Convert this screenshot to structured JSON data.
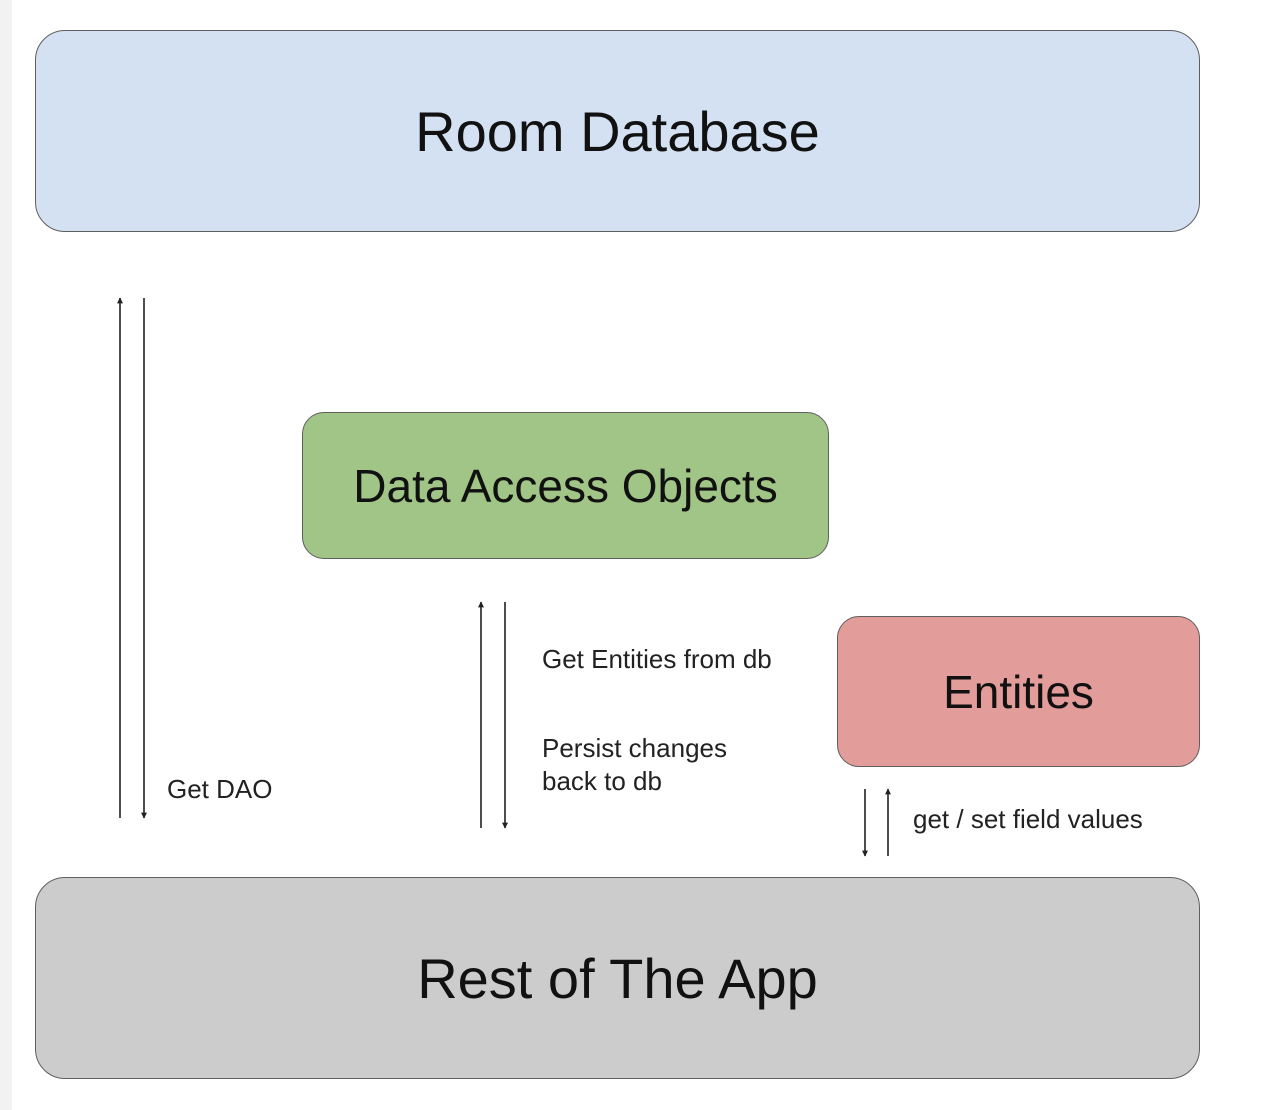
{
  "boxes": {
    "room_database": {
      "label": "Room Database",
      "color": "#d4e1f2"
    },
    "data_access_objects": {
      "label": "Data Access Objects",
      "color": "#a0c586"
    },
    "entities": {
      "label": "Entities",
      "color": "#e29c99"
    },
    "rest_of_app": {
      "label": "Rest of The App",
      "color": "#cccccc"
    }
  },
  "connectors": {
    "get_dao": {
      "label": "Get DAO"
    },
    "dao_entities": {
      "label_top": "Get Entities from db",
      "label_bottom_line1": "Persist changes",
      "label_bottom_line2": "back to db"
    },
    "entity_fields": {
      "label": "get / set field values"
    }
  }
}
